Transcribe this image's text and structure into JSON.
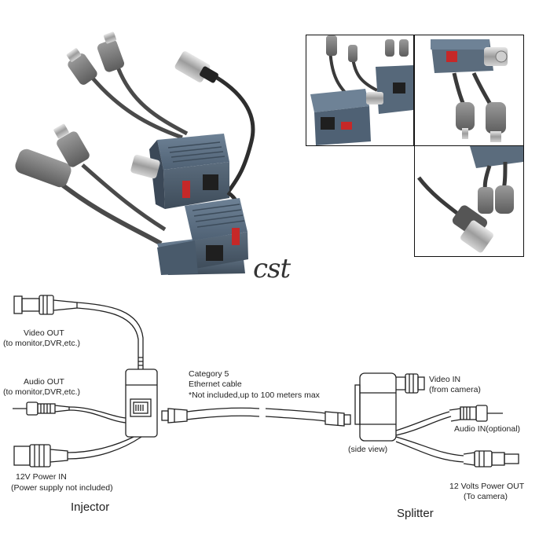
{
  "watermark": "cst",
  "injector": {
    "title": "Injector",
    "video_out": "Video OUT",
    "video_out_sub": "(to monitor,DVR,etc.)",
    "audio_out": "Audio OUT",
    "audio_out_sub": "(to monitor,DVR,etc.)",
    "power_in": "12V Power IN",
    "power_in_sub": "(Power supply not included)"
  },
  "cable": {
    "line1": "Category 5",
    "line2": "Ethernet cable",
    "line3": "*Not  included,up to 100 meters max"
  },
  "splitter": {
    "title": "Splitter",
    "video_in": "Video IN",
    "video_in_sub": "(from camera)",
    "audio_in": "Audio IN(optional)",
    "side_view": "(side view)",
    "power_out": "12 Volts Power OUT",
    "power_out_sub": "(To camera)"
  }
}
